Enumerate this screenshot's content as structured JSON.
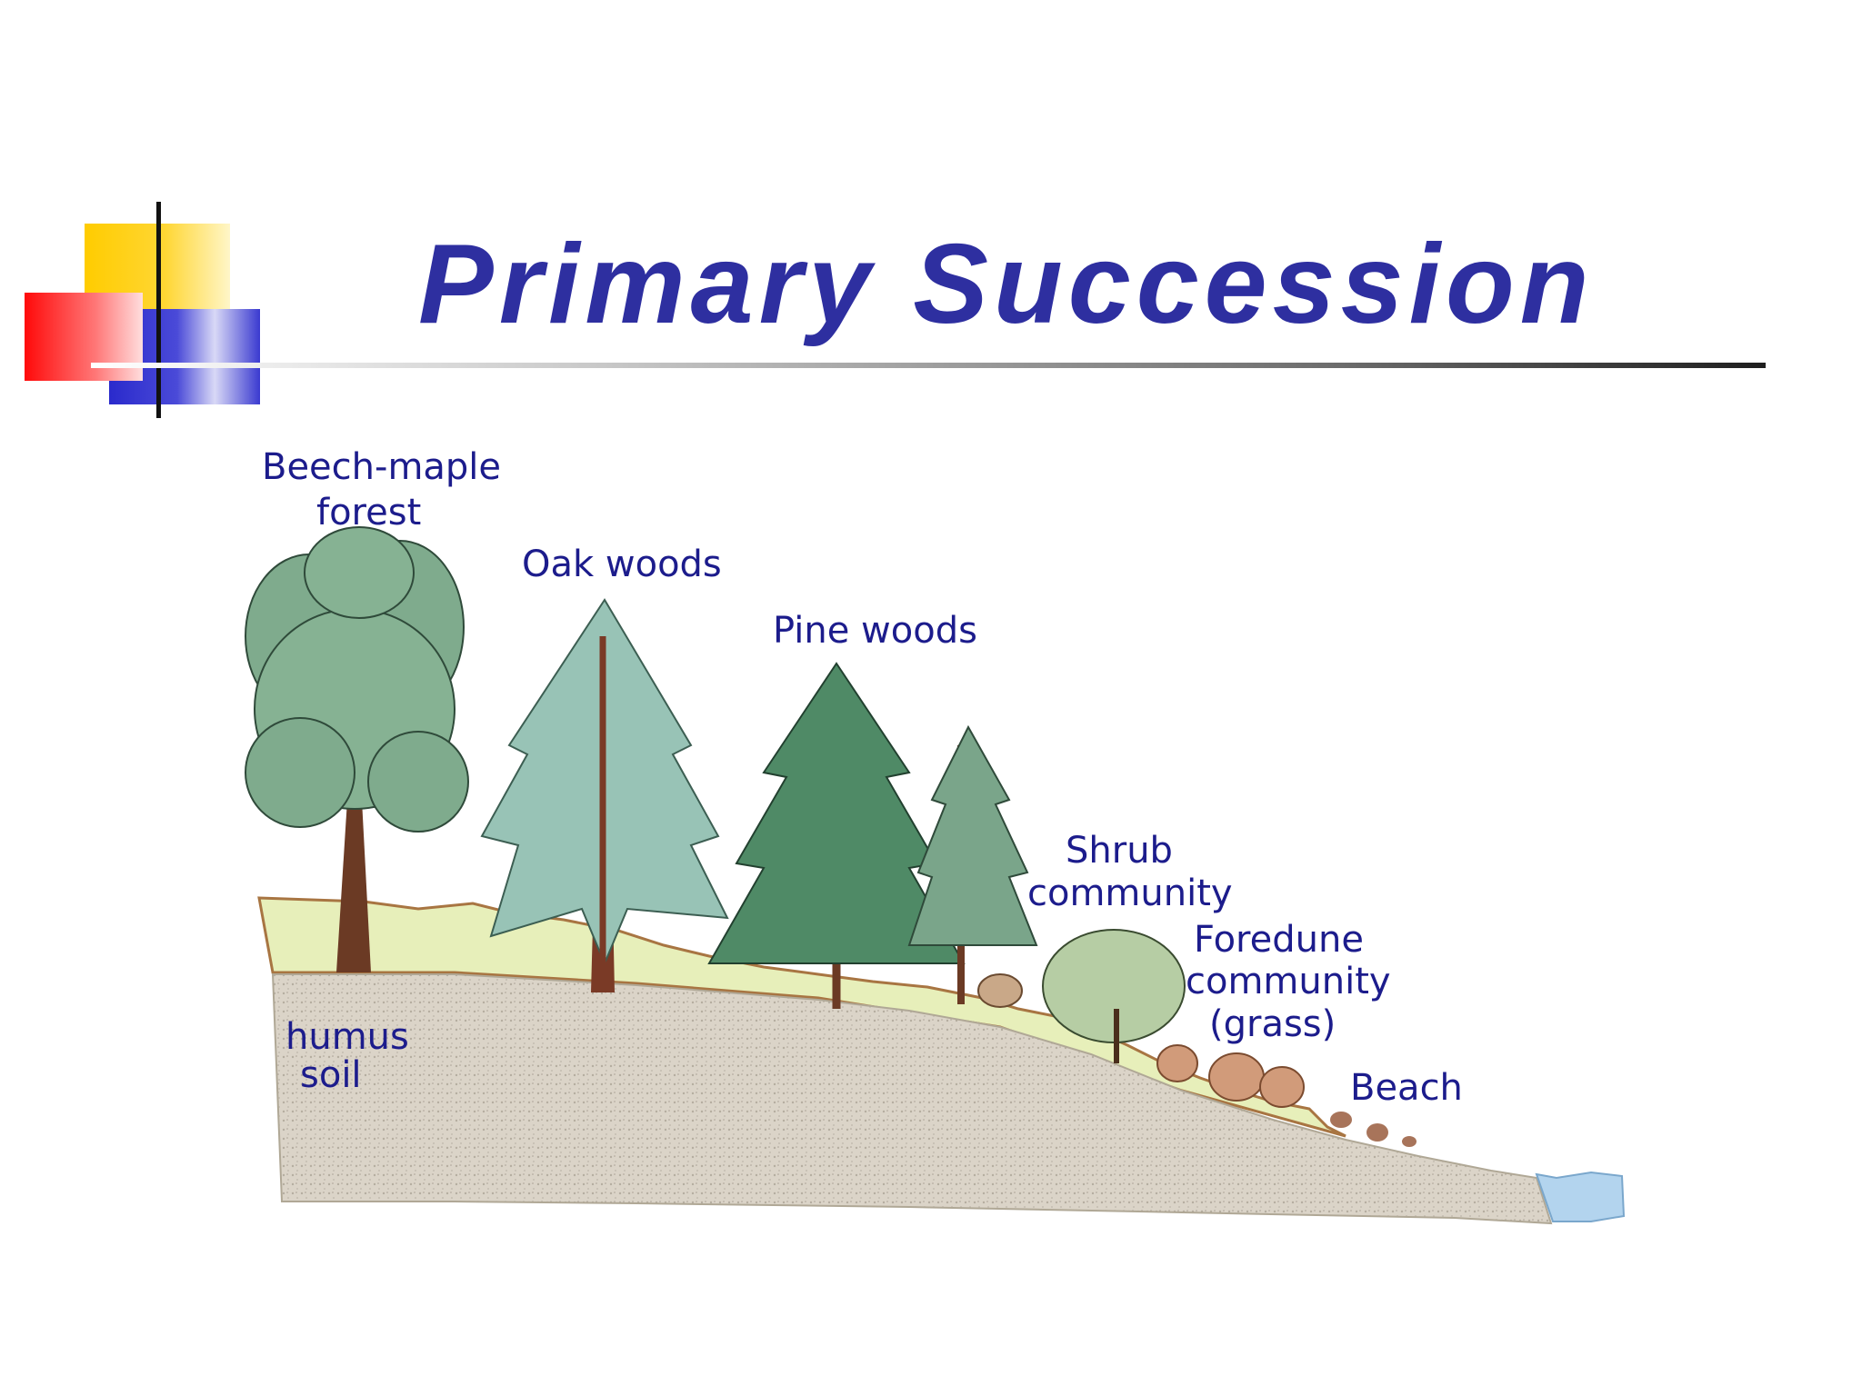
{
  "slide": {
    "title": "Primary Succession",
    "title_color": "#2e2fa0",
    "label_color": "#1c1c8c"
  },
  "diagram": {
    "labels": {
      "beech_maple_1": "Beech-maple",
      "beech_maple_2": "forest",
      "oak_woods": "Oak woods",
      "pine_woods": "Pine woods",
      "shrub_1": "Shrub",
      "shrub_2": "community",
      "foredune_1": "Foredune",
      "foredune_2": "community",
      "foredune_3": "(grass)",
      "beach": "Beach",
      "humus_1": "humus",
      "humus_2": "soil"
    },
    "colors": {
      "soil": "#d9d2c6",
      "grass": "#e6efb8",
      "tree_green": "#7faa8c",
      "pine_green": "#4f8a66",
      "trunk": "#6b3a24",
      "water": "#aed0ec"
    }
  }
}
